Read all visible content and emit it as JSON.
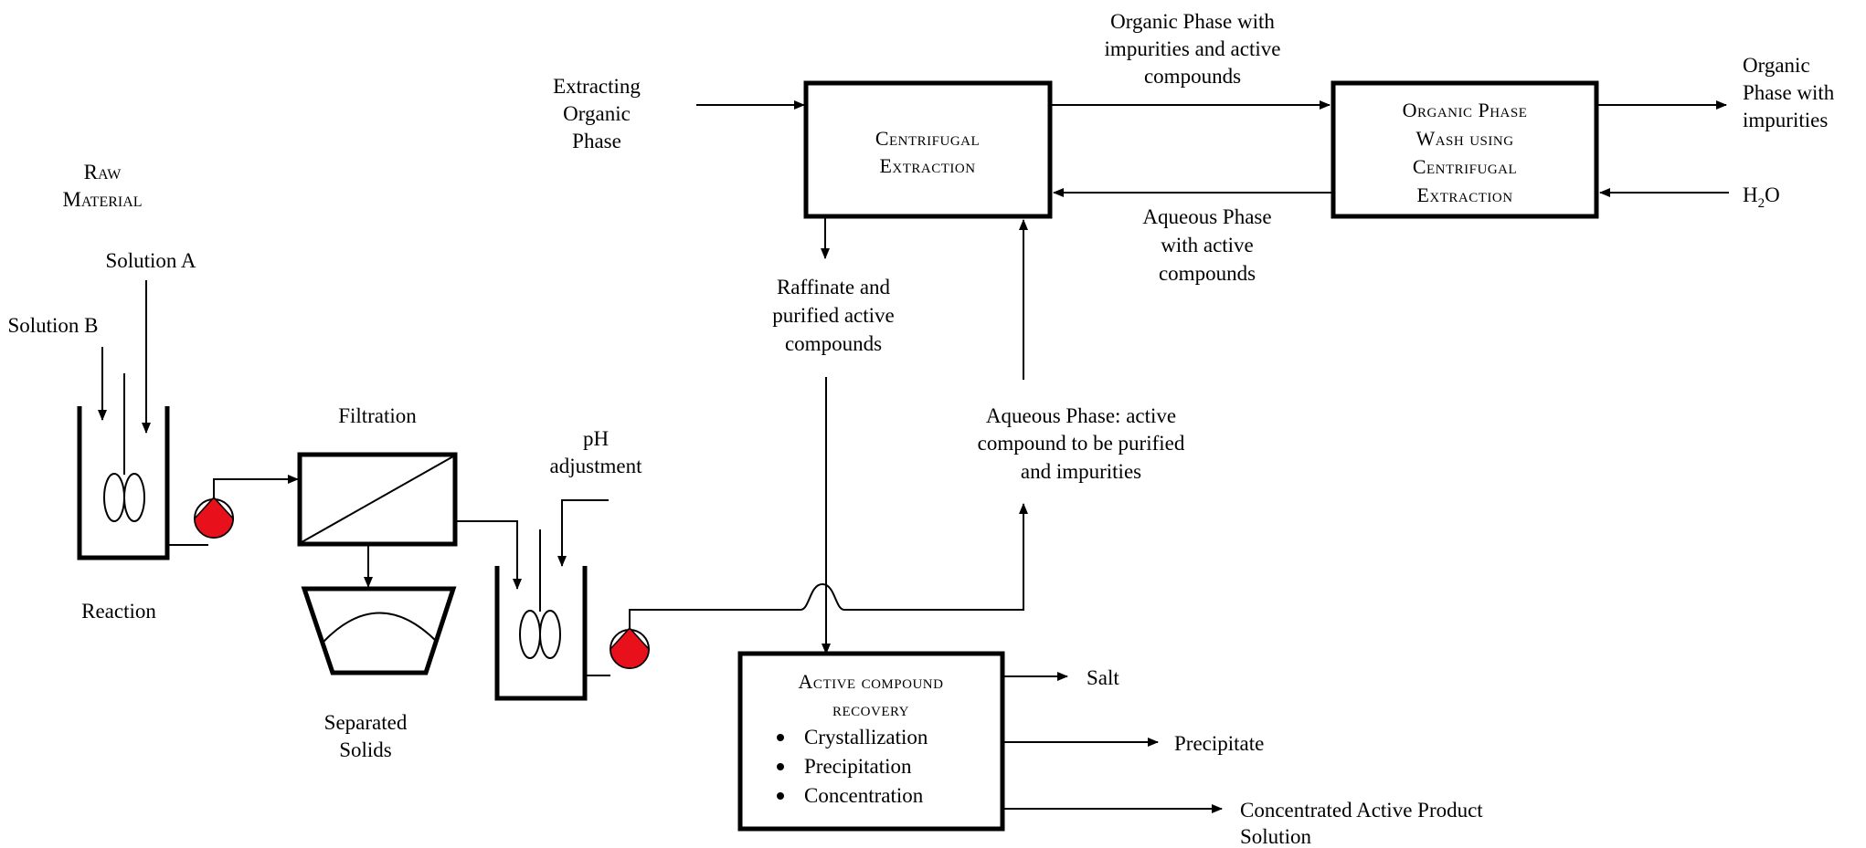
{
  "labels": {
    "raw_material_line1": "Raw",
    "raw_material_line2": "Material",
    "solution_a": "Solution A",
    "solution_b": "Solution B",
    "reaction": "Reaction",
    "filtration": "Filtration",
    "separated_solids_line1": "Separated",
    "separated_solids_line2": "Solids",
    "ph_adjustment_line1": "pH",
    "ph_adjustment_line2": "adjustment",
    "extracting_organic_line1": "Extracting",
    "extracting_organic_line2": "Organic",
    "extracting_organic_line3": "Phase",
    "organic_out_line1": "Organic Phase with",
    "organic_out_line2": "impurities and active",
    "organic_out_line3": "compounds",
    "organic_final_line1": "Organic",
    "organic_final_line2": "Phase with",
    "organic_final_line3": "impurities",
    "water_main": "H",
    "water_sub": "2",
    "water_tail": "O",
    "aqueous_return_line1": "Aqueous Phase",
    "aqueous_return_line2": "with active",
    "aqueous_return_line3": "compounds",
    "raffinate_line1": "Raffinate and",
    "raffinate_line2": "purified active",
    "raffinate_line3": "compounds",
    "aqueous_feed_line1": "Aqueous Phase: active",
    "aqueous_feed_line2": "compound to be purified",
    "aqueous_feed_line3": "and impurities",
    "salt": "Salt",
    "precipitate": "Precipitate",
    "concentrated_line1": "Concentrated Active Product",
    "concentrated_line2": "Solution"
  },
  "boxes": {
    "centrifugal_line1": "Centrifugal",
    "centrifugal_line2": "Extraction",
    "wash_line1": "Organic Phase",
    "wash_line2": "Wash using",
    "wash_line3": "Centrifugal",
    "wash_line4": "Extraction",
    "recovery_line1": "Active compound",
    "recovery_line2": "recovery",
    "recovery_items": [
      "Crystallization",
      "Precipitation",
      "Concentration"
    ]
  },
  "colors": {
    "pump_fill": "#e8101a",
    "line": "#000000"
  }
}
